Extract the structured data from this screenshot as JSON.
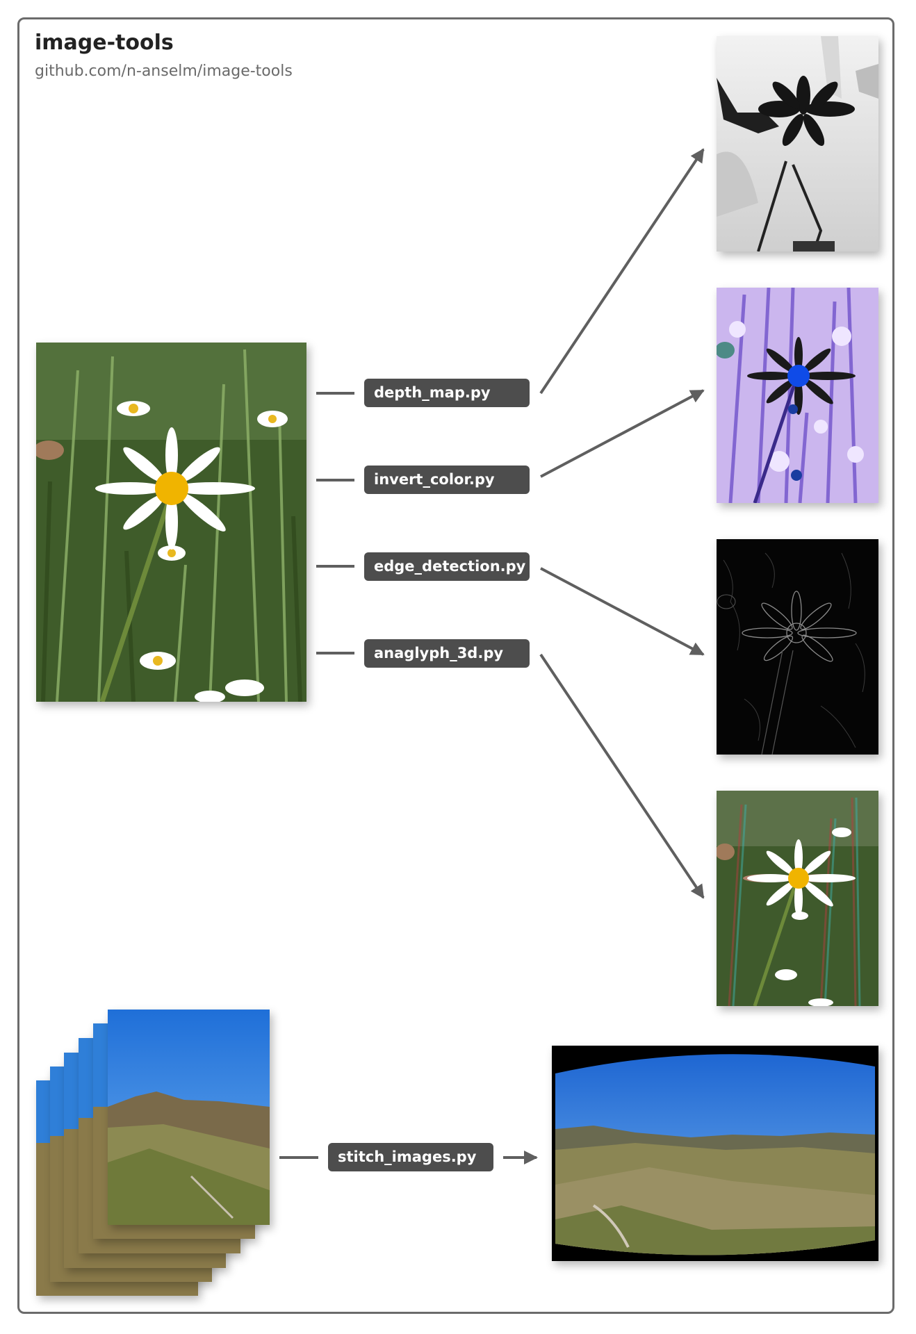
{
  "header": {
    "title": "image-tools",
    "subtitle": "github.com/n-anselm/image-tools"
  },
  "scripts": [
    {
      "name": "depth_map.py"
    },
    {
      "name": "invert_color.py"
    },
    {
      "name": "edge_detection.py"
    },
    {
      "name": "anaglyph_3d.py"
    },
    {
      "name": "stitch_images.py"
    }
  ],
  "colors": {
    "frame": "#6b6b6b",
    "label_bg": "#4d4d4d",
    "label_text": "#ffffff",
    "arrow": "#5f5f5f"
  }
}
